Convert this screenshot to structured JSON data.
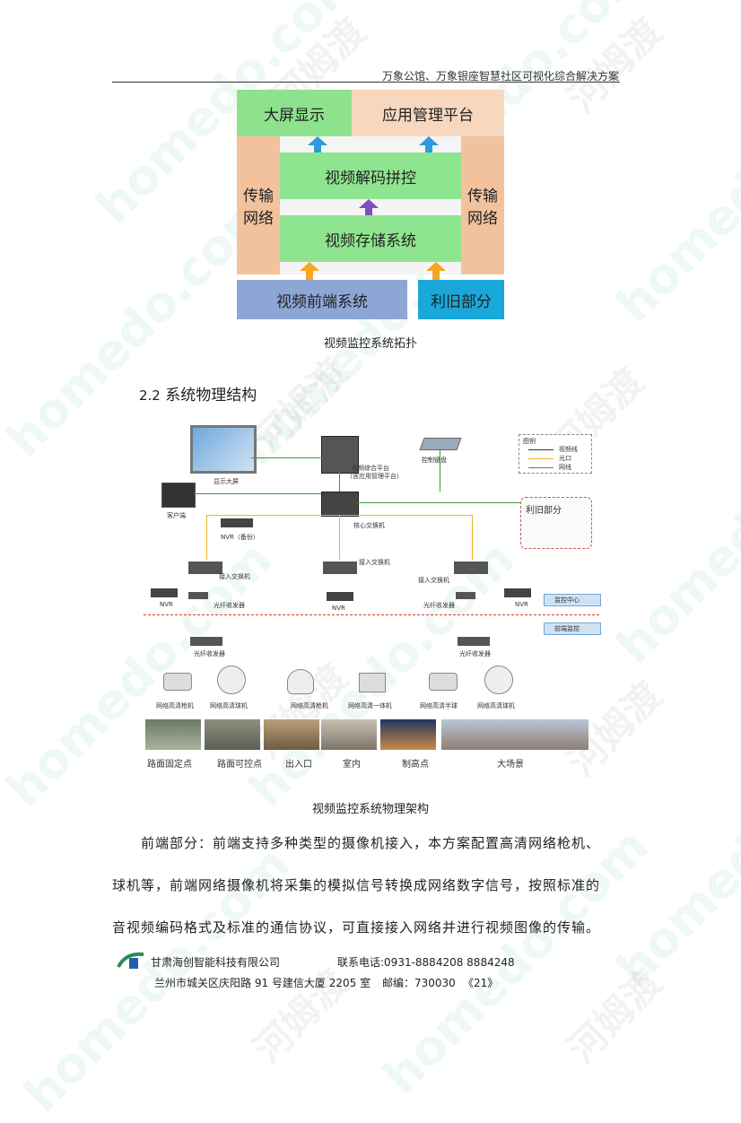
{
  "header": {
    "title": "万象公馆、万象银座智慧社区可视化综合解决方案"
  },
  "topology": {
    "big_screen": "大屏显示",
    "app_platform": "应用管理平台",
    "transmission_left": [
      "传输",
      "网络"
    ],
    "transmission_right": [
      "传输",
      "网络"
    ],
    "decode": "视频解码拼控",
    "storage": "视频存储系统",
    "frontend": "视频前端系统",
    "reuse": "利旧部分",
    "colors": {
      "green": "#8ee28e",
      "peach": "#f5c9a3",
      "lightgreen": "#8fe58f",
      "blue_box": "#1aa7d9",
      "frontend_box": "#8da6d6",
      "arrow_blue": "#2f9ad9",
      "arrow_purple": "#7b4fc0",
      "arrow_orange": "#f5a623"
    }
  },
  "captions": {
    "topology": "视频监控系统拓扑",
    "physical": "视频监控系统物理架构"
  },
  "section": {
    "number": "2.2",
    "title": "系统物理结构"
  },
  "diagram": {
    "big_screen_label": "显示大屏",
    "platform_label_1": "视频综合平台",
    "platform_label_2": "（含应用管理平台）",
    "keyboard_label": "控制键盘",
    "legend_title": "图例",
    "legend_items": [
      "视频线",
      "光口",
      "网线"
    ],
    "client_label": "客户端",
    "core_switch": "核心交换机",
    "reuse_label": "利旧部分",
    "nvr_backup": "NVR（备份）",
    "nvr": "NVR",
    "access_switch": "接入交换机",
    "transceiver": "光纤收发器",
    "monitor_center": "监控中心",
    "front_monitor": "前端监控",
    "cam_labels": [
      "网络高清枪机",
      "网络高清球机",
      "网络高清枪机",
      "网络高清一体机",
      "网络高清半球",
      "网络高清球机"
    ],
    "scene_labels": [
      "路面固定点",
      "路面可控点",
      "出入口",
      "室内",
      "制高点",
      "大场景"
    ]
  },
  "body_text": {
    "paragraph": "前端部分：前端支持多种类型的摄像机接入，本方案配置高清网络枪机、球机等，前端网络摄像机将采集的模拟信号转换成网络数字信号，按照标准的音视频编码格式及标准的通信协议，可直接接入网络并进行视频图像的传输。",
    "lines": [
      "前端部分：前端支持多种类型的摄像机接入，本方案配置高清网络枪机、",
      "球机等，前端网络摄像机将采集的模拟信号转换成网络数字信号，按照标准的",
      "音视频编码格式及标准的通信协议，可直接接入网络并进行视频图像的传输。"
    ]
  },
  "footer": {
    "company": "甘肃海创智能科技有限公司",
    "phone": "联系电话:0931-8884208  8884248",
    "address": "兰州市城关区庆阳路 91 号建信大厦 2205 室",
    "postcode": "邮编：730030",
    "page": "《21》"
  },
  "watermarks": [
    "homedo.com",
    "河姆渡"
  ]
}
